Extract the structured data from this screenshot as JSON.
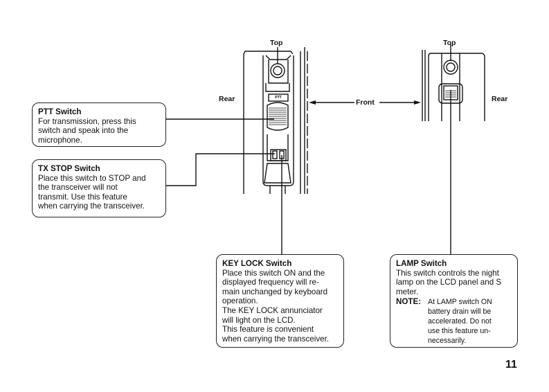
{
  "orientation_labels": {
    "top_left": "Top",
    "top_right": "Top",
    "rear_left": "Rear",
    "rear_right": "Rear",
    "front": "Front"
  },
  "device_labels": {
    "ptt": "PTT"
  },
  "callouts": {
    "ptt": {
      "title": "PTT Switch",
      "lines": [
        "For transmission, press this",
        "switch and speak into the",
        "microphone."
      ]
    },
    "tx_stop": {
      "title": "TX STOP Switch",
      "lines": [
        "Place this switch to STOP and",
        "the transceiver will not",
        "transmit. Use this feature",
        "when carrying the transceiver."
      ]
    },
    "key_lock": {
      "title": "KEY LOCK Switch",
      "lines": [
        "Place this switch ON and the",
        "displayed frequency will re-",
        "main unchanged by keyboard",
        "operation.",
        "The KEY LOCK annunciator",
        "will light on the LCD.",
        "This feature is convenient",
        "when carrying the transceiver."
      ]
    },
    "lamp": {
      "title": "LAMP Switch",
      "lines": [
        "This switch controls the night",
        "lamp on the LCD panel and S",
        "meter."
      ],
      "note_label": "NOTE:",
      "note_lines": [
        "At LAMP switch ON",
        "battery drain will be",
        "accelerated. Do not",
        "use this feature un-",
        "necessarily."
      ]
    }
  },
  "page_number": "11"
}
